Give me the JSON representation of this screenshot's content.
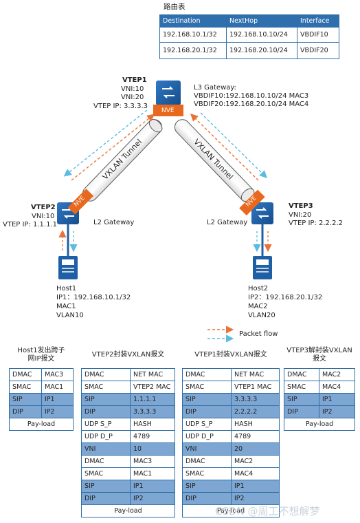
{
  "route_table": {
    "title": "路由表",
    "headers": [
      "Destination",
      "NextHop",
      "Interface"
    ],
    "rows": [
      [
        "192.168.10.1/32",
        "192.168.10.10/24",
        "VBDIF10"
      ],
      [
        "192.168.20.1/32",
        "192.168.20.10/24",
        "VBDIF20"
      ]
    ]
  },
  "vtep1": {
    "name": "VTEP1",
    "vni1": "VNI:10",
    "vni2": "VNI:20",
    "ip": "VTEP IP: 3.3.3.3",
    "nve": "NVE",
    "gw_title": "L3 Gateway:",
    "gw_line1": "VBDIF10:192.168.10.10/24 MAC3",
    "gw_line2": "VBDIF20:192.168.20.10/24 MAC4"
  },
  "vtep2": {
    "name": "VTEP2",
    "vni": "VNI:10",
    "ip": "VTEP IP: 1.1.1.1",
    "nve": "NVE",
    "gw": "L2 Gateway"
  },
  "vtep3": {
    "name": "VTEP3",
    "vni": "VNI:20",
    "ip": "VTEP IP: 2.2.2.2",
    "nve": "NVE",
    "gw": "L2 Gateway"
  },
  "tunnels": {
    "left": "VXLAN Tunnel",
    "right": "VXLAN Tunnel"
  },
  "host1": {
    "name": "Host1",
    "ip": "IP1：192.168.10.1/32",
    "mac": "MAC1",
    "vlan": "VLAN10"
  },
  "host2": {
    "name": "Host2",
    "ip": "IP2：192.168.20.1/32",
    "mac": "MAC2",
    "vlan": "VLAN20"
  },
  "legend": {
    "label": "Packet flow",
    "colors": [
      "#e8733a",
      "#5bbbe0"
    ]
  },
  "packets": [
    {
      "title": "Host1发出跨子\n网IP报文",
      "rows": [
        [
          "DMAC",
          "MAC3",
          "w"
        ],
        [
          "SMAC",
          "MAC1",
          "w"
        ],
        [
          "SIP",
          "IP1",
          "b"
        ],
        [
          "DIP",
          "IP2",
          "b"
        ]
      ],
      "payload": "Pay-load"
    },
    {
      "title": "VTEP2封装VXLAN报文",
      "rows": [
        [
          "DMAC",
          "NET MAC",
          "w"
        ],
        [
          "SMAC",
          "VTEP2 MAC",
          "w"
        ],
        [
          "SIP",
          "1.1.1.1",
          "b"
        ],
        [
          "DIP",
          "3.3.3.3",
          "b"
        ],
        [
          "UDP S_P",
          "HASH",
          "w"
        ],
        [
          "UDP D_P",
          "4789",
          "w"
        ],
        [
          "VNI",
          "10",
          "b"
        ],
        [
          "DMAC",
          "MAC3",
          "w"
        ],
        [
          "SMAC",
          "MAC1",
          "w"
        ],
        [
          "SIP",
          "IP1",
          "b"
        ],
        [
          "DIP",
          "IP2",
          "b"
        ]
      ],
      "payload": "Pay-load"
    },
    {
      "title": "VTEP1封装VXLAN报文",
      "rows": [
        [
          "DMAC",
          "NET MAC",
          "w"
        ],
        [
          "SMAC",
          "VTEP1 MAC",
          "w"
        ],
        [
          "SIP",
          "3.3.3.3",
          "b"
        ],
        [
          "DIP",
          "2.2.2.2",
          "b"
        ],
        [
          "UDP S_P",
          "HASH",
          "w"
        ],
        [
          "UDP D_P",
          "4789",
          "w"
        ],
        [
          "VNI",
          "20",
          "b"
        ],
        [
          "DMAC",
          "MAC2",
          "w"
        ],
        [
          "SMAC",
          "MAC4",
          "w"
        ],
        [
          "SIP",
          "IP1",
          "b"
        ],
        [
          "DIP",
          "IP2",
          "b"
        ]
      ],
      "payload": "Pay-load"
    },
    {
      "title": "VTEP3解封装VXLAN\n报文",
      "rows": [
        [
          "DMAC",
          "MAC2",
          "w"
        ],
        [
          "SMAC",
          "MAC4",
          "w"
        ],
        [
          "SIP",
          "IP1",
          "b"
        ],
        [
          "DIP",
          "IP2",
          "b"
        ]
      ],
      "payload": "Pay-load"
    }
  ],
  "watermark": "CSDN @周工不想解梦",
  "colors": {
    "switch": "#1f5fa5",
    "nve": "#e8691e",
    "orange_flow": "#e8733a",
    "blue_flow": "#5bbbe0",
    "table_fill": "#7ea6d2"
  }
}
